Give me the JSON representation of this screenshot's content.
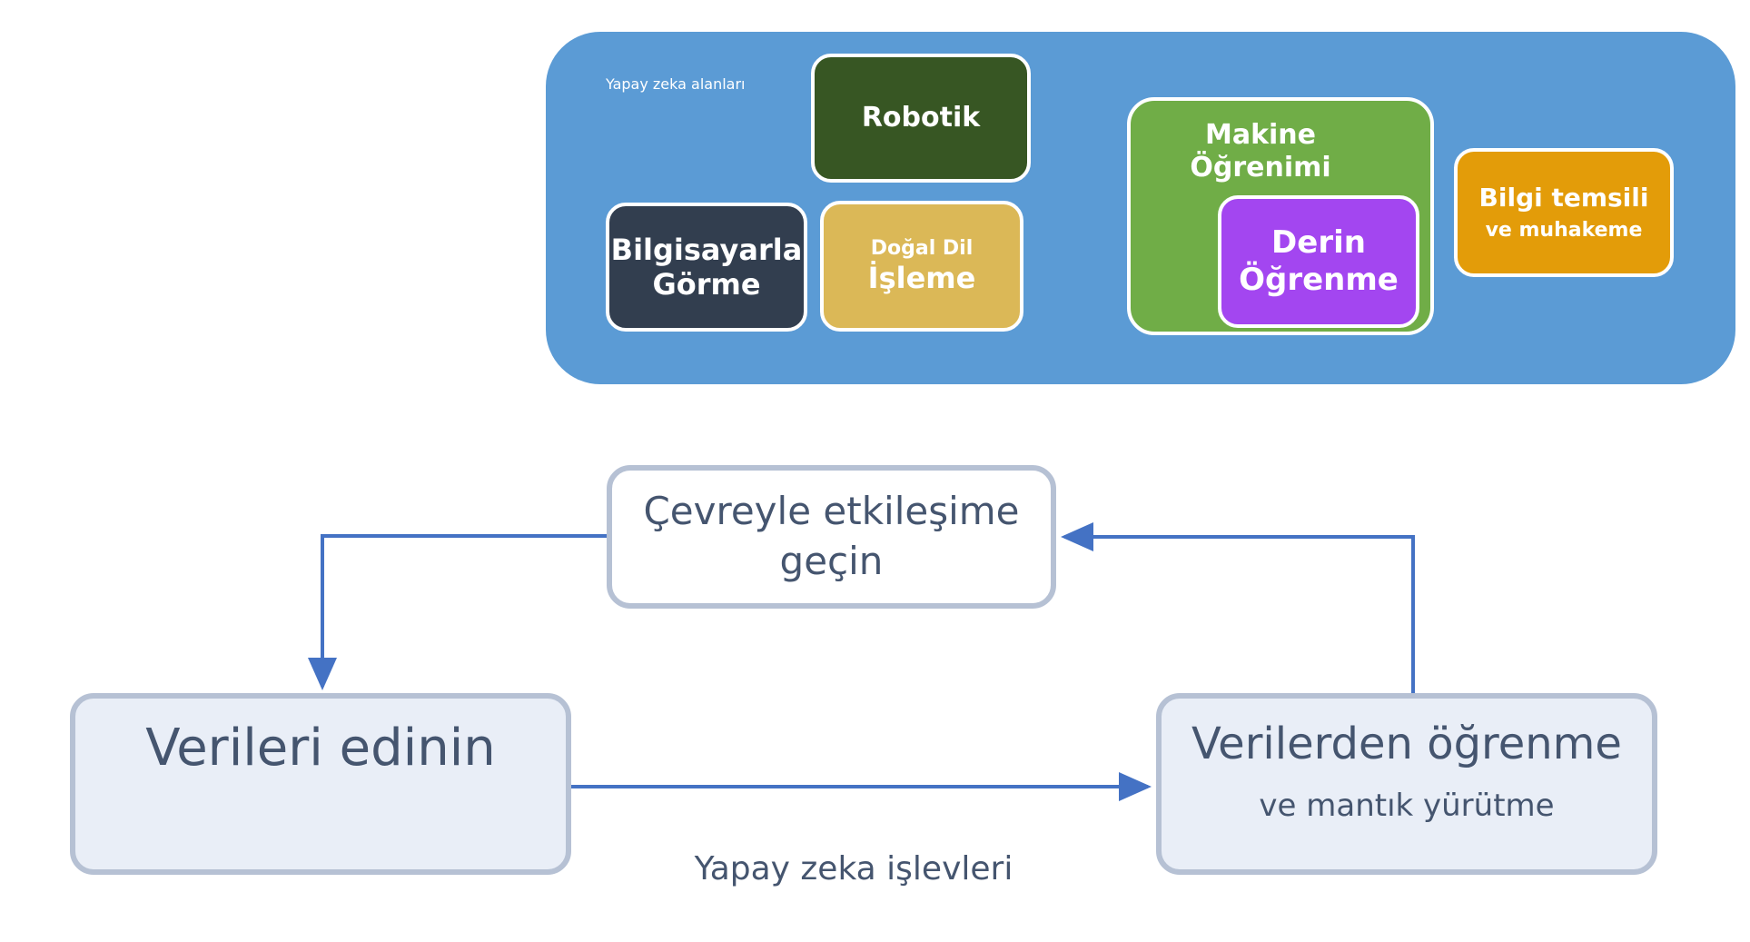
{
  "ai_fields": {
    "caption": "Yapay zeka alanları",
    "robotics": "Robotik",
    "computer_vision_line1": "Bilgisayarla",
    "computer_vision_line2": "Görme",
    "nlp_line1": "Doğal Dil",
    "nlp_line2": "İşleme",
    "machine_learning_line1": "Makine",
    "machine_learning_line2": "Öğrenimi",
    "deep_learning_line1": "Derin",
    "deep_learning_line2": "Öğrenme",
    "knowledge_line1": "Bilgi temsili",
    "knowledge_line2": "ve muhakeme"
  },
  "ai_functions": {
    "interact_line1": "Çevreyle etkileşime",
    "interact_line2": "geçin",
    "acquire": "Verileri edinin",
    "learn_line1": "Verilerden öğrenme",
    "learn_line2": "ve mantık yürütme",
    "caption": "Yapay zeka işlevleri"
  },
  "colors": {
    "panel": "#5b9bd5",
    "robotics": "#375623",
    "computer_vision": "#323e4f",
    "nlp": "#dbb857",
    "machine_learning": "#70ad47",
    "deep_learning": "#a346f0",
    "knowledge": "#e39c09",
    "arrow": "#4472c4",
    "node_border": "#b6c1d4"
  }
}
